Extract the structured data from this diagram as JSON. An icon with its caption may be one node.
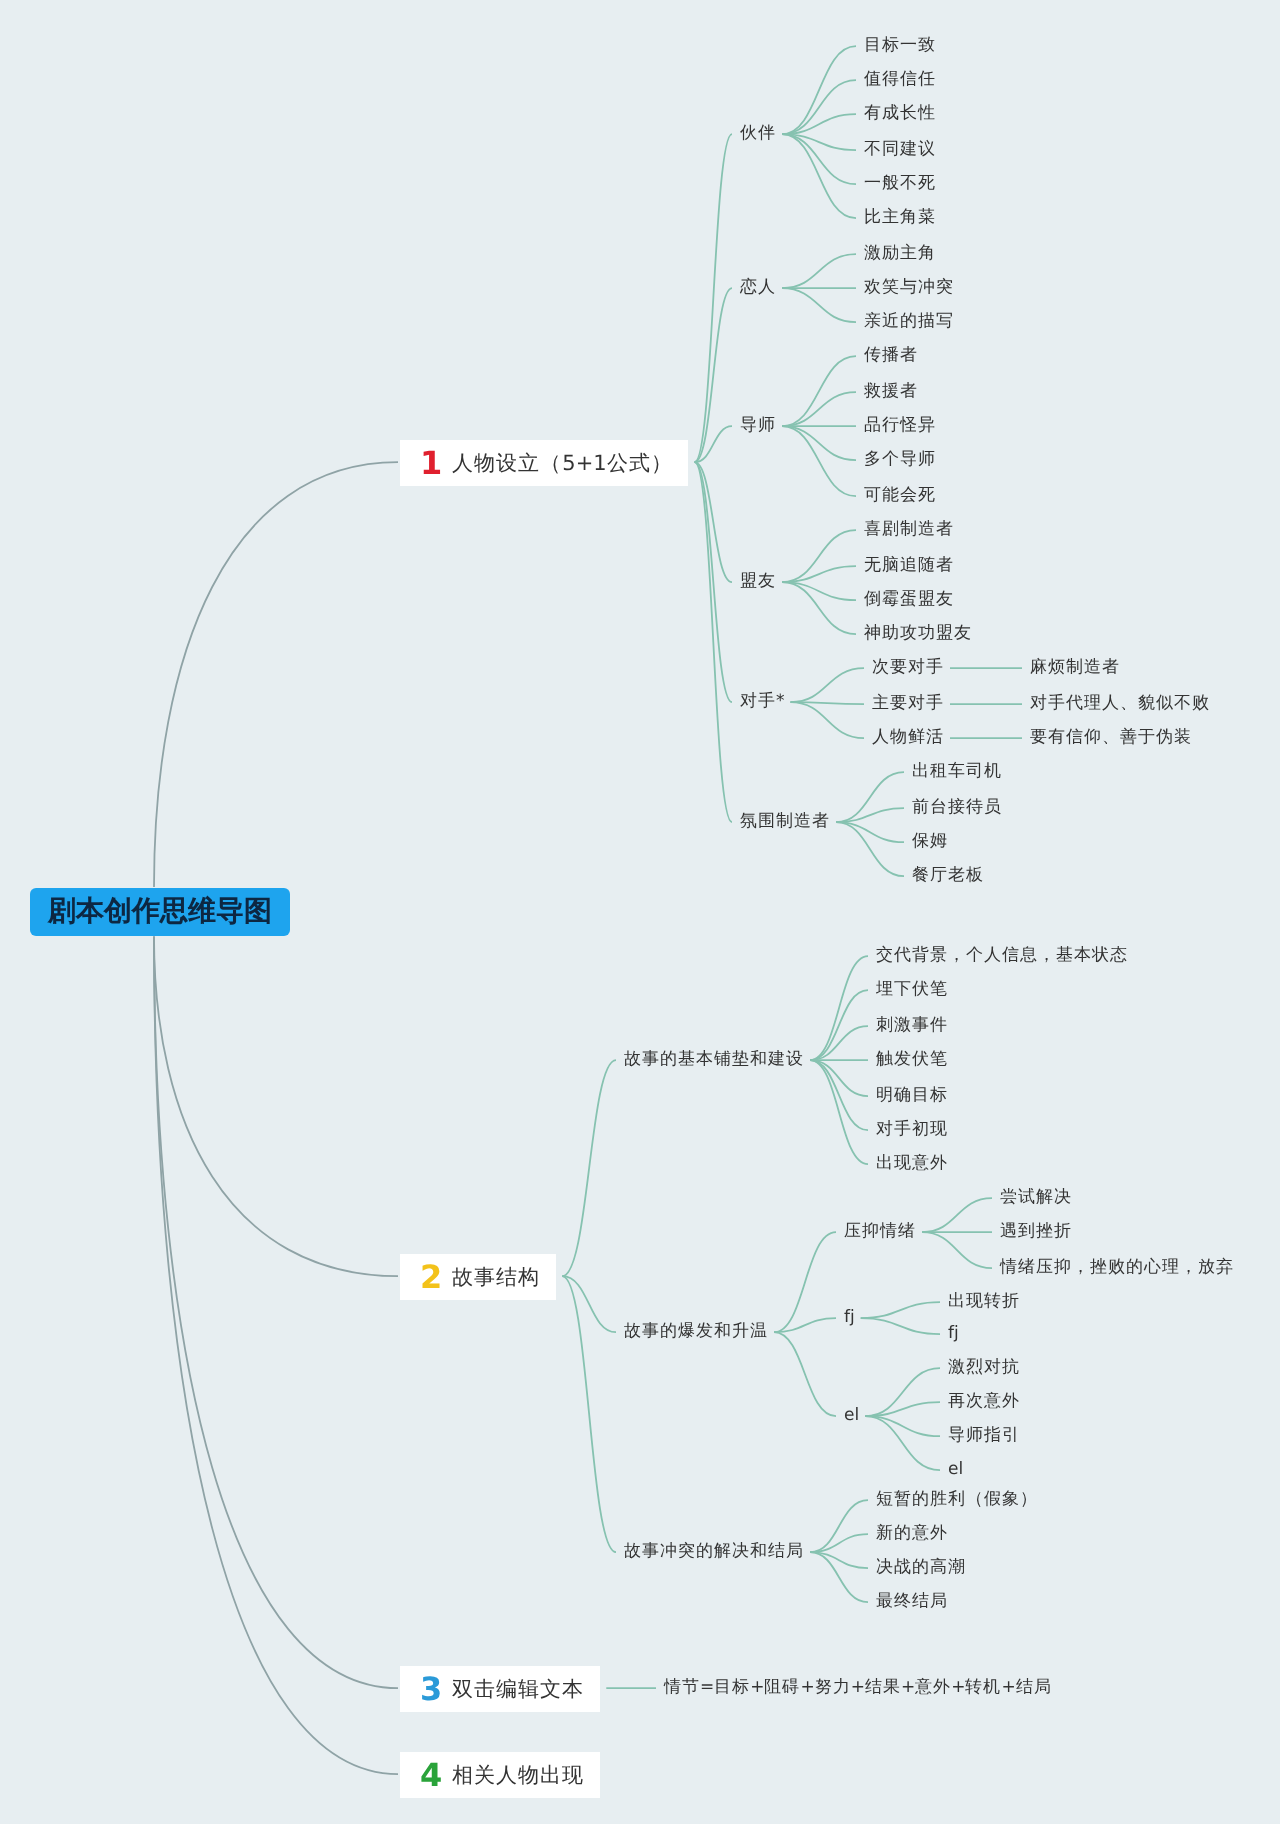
{
  "diagram": {
    "nodes": [
      {
        "text": [
          "剧本创作思维导图"
        ]
      },
      {
        "text": [
          "1",
          "人物设立（5+1公式）"
        ]
      },
      {
        "text": [
          "伙伴"
        ]
      },
      {
        "text": [
          "目标一致"
        ]
      },
      {
        "text": [
          "值得信任"
        ]
      },
      {
        "text": [
          "有成长性"
        ]
      },
      {
        "text": [
          "不同建议"
        ]
      },
      {
        "text": [
          "一般不死"
        ]
      },
      {
        "text": [
          "比主角菜"
        ]
      },
      {
        "text": [
          "恋人"
        ]
      },
      {
        "text": [
          "激励主角"
        ]
      },
      {
        "text": [
          "欢笑与冲突"
        ]
      },
      {
        "text": [
          "亲近的描写"
        ]
      },
      {
        "text": [
          "导师"
        ]
      },
      {
        "text": [
          "传播者"
        ]
      },
      {
        "text": [
          "救援者"
        ]
      },
      {
        "text": [
          "品行怪异"
        ]
      },
      {
        "text": [
          "多个导师"
        ]
      },
      {
        "text": [
          "可能会死"
        ]
      },
      {
        "text": [
          "盟友"
        ]
      },
      {
        "text": [
          "喜剧制造者"
        ]
      },
      {
        "text": [
          "无脑追随者"
        ]
      },
      {
        "text": [
          "倒霉蛋盟友"
        ]
      },
      {
        "text": [
          "神助攻功盟友"
        ]
      },
      {
        "text": [
          "对手*"
        ]
      },
      {
        "text": [
          "次要对手"
        ]
      },
      {
        "text": [
          "麻烦制造者"
        ]
      },
      {
        "text": [
          "主要对手"
        ]
      },
      {
        "text": [
          "对手代理人、貌似不败"
        ]
      },
      {
        "text": [
          "人物鲜活"
        ]
      },
      {
        "text": [
          "要有信仰、善于伪装"
        ]
      },
      {
        "text": [
          "氛围制造者"
        ]
      },
      {
        "text": [
          "出租车司机"
        ]
      },
      {
        "text": [
          "前台接待员"
        ]
      },
      {
        "text": [
          "保姆"
        ]
      },
      {
        "text": [
          "餐厅老板"
        ]
      },
      {
        "text": [
          "2",
          "故事结构"
        ]
      },
      {
        "text": [
          "故事的基本铺垫和建设"
        ]
      },
      {
        "text": [
          "交代背景，个人信息，基本状态"
        ]
      },
      {
        "text": [
          "埋下伏笔"
        ]
      },
      {
        "text": [
          "刺激事件"
        ]
      },
      {
        "text": [
          "触发伏笔"
        ]
      },
      {
        "text": [
          "明确目标"
        ]
      },
      {
        "text": [
          "对手初现"
        ]
      },
      {
        "text": [
          "出现意外"
        ]
      },
      {
        "text": [
          "故事的爆发和升温"
        ]
      },
      {
        "text": [
          "压抑情绪"
        ]
      },
      {
        "text": [
          "尝试解决"
        ]
      },
      {
        "text": [
          "遇到挫折"
        ]
      },
      {
        "text": [
          "情绪压抑，挫败的心理，放弃"
        ]
      },
      {
        "text": [
          "fj"
        ]
      },
      {
        "text": [
          "出现转折"
        ]
      },
      {
        "text": [
          "fj"
        ]
      },
      {
        "text": [
          "el"
        ]
      },
      {
        "text": [
          "激烈对抗"
        ]
      },
      {
        "text": [
          "再次意外"
        ]
      },
      {
        "text": [
          "导师指引"
        ]
      },
      {
        "text": [
          "el"
        ]
      },
      {
        "text": [
          "故事冲突的解决和结局"
        ]
      },
      {
        "text": [
          "短暂的胜利（假象）"
        ]
      },
      {
        "text": [
          "新的意外"
        ]
      },
      {
        "text": [
          "决战的高潮"
        ]
      },
      {
        "text": [
          "最终结局"
        ]
      },
      {
        "text": [
          "3",
          "双击编辑文本"
        ]
      },
      {
        "text": [
          "情节=目标+阻碍+努力+结果+意外+转机+结局"
        ]
      },
      {
        "text": [
          "4",
          "相关人物出现"
        ]
      }
    ],
    "edges": [
      {
        "from": 0,
        "to": 1,
        "arrow": "none"
      },
      {
        "from": 0,
        "to": 36,
        "arrow": "none"
      },
      {
        "from": 0,
        "to": 63,
        "arrow": "none"
      },
      {
        "from": 0,
        "to": 65,
        "arrow": "none"
      },
      {
        "from": 1,
        "to": 2,
        "arrow": "none"
      },
      {
        "from": 1,
        "to": 9,
        "arrow": "none"
      },
      {
        "from": 1,
        "to": 13,
        "arrow": "none"
      },
      {
        "from": 1,
        "to": 19,
        "arrow": "none"
      },
      {
        "from": 1,
        "to": 24,
        "arrow": "none"
      },
      {
        "from": 1,
        "to": 31,
        "arrow": "none"
      },
      {
        "from": 2,
        "to": 3,
        "arrow": "none"
      },
      {
        "from": 2,
        "to": 4,
        "arrow": "none"
      },
      {
        "from": 2,
        "to": 5,
        "arrow": "none"
      },
      {
        "from": 2,
        "to": 6,
        "arrow": "none"
      },
      {
        "from": 2,
        "to": 7,
        "arrow": "none"
      },
      {
        "from": 2,
        "to": 8,
        "arrow": "none"
      },
      {
        "from": 9,
        "to": 10,
        "arrow": "none"
      },
      {
        "from": 9,
        "to": 11,
        "arrow": "none"
      },
      {
        "from": 9,
        "to": 12,
        "arrow": "none"
      },
      {
        "from": 13,
        "to": 14,
        "arrow": "none"
      },
      {
        "from": 13,
        "to": 15,
        "arrow": "none"
      },
      {
        "from": 13,
        "to": 16,
        "arrow": "none"
      },
      {
        "from": 13,
        "to": 17,
        "arrow": "none"
      },
      {
        "from": 13,
        "to": 18,
        "arrow": "none"
      },
      {
        "from": 19,
        "to": 20,
        "arrow": "none"
      },
      {
        "from": 19,
        "to": 21,
        "arrow": "none"
      },
      {
        "from": 19,
        "to": 22,
        "arrow": "none"
      },
      {
        "from": 19,
        "to": 23,
        "arrow": "none"
      },
      {
        "from": 24,
        "to": 25,
        "arrow": "none"
      },
      {
        "from": 24,
        "to": 27,
        "arrow": "none"
      },
      {
        "from": 24,
        "to": 29,
        "arrow": "none"
      },
      {
        "from": 25,
        "to": 26,
        "arrow": "none"
      },
      {
        "from": 27,
        "to": 28,
        "arrow": "none"
      },
      {
        "from": 29,
        "to": 30,
        "arrow": "none"
      },
      {
        "from": 31,
        "to": 32,
        "arrow": "none"
      },
      {
        "from": 31,
        "to": 33,
        "arrow": "none"
      },
      {
        "from": 31,
        "to": 34,
        "arrow": "none"
      },
      {
        "from": 31,
        "to": 35,
        "arrow": "none"
      },
      {
        "from": 36,
        "to": 37,
        "arrow": "none"
      },
      {
        "from": 36,
        "to": 45,
        "arrow": "none"
      },
      {
        "from": 36,
        "to": 58,
        "arrow": "none"
      },
      {
        "from": 37,
        "to": 38,
        "arrow": "none"
      },
      {
        "from": 37,
        "to": 39,
        "arrow": "none"
      },
      {
        "from": 37,
        "to": 40,
        "arrow": "none"
      },
      {
        "from": 37,
        "to": 41,
        "arrow": "none"
      },
      {
        "from": 37,
        "to": 42,
        "arrow": "none"
      },
      {
        "from": 37,
        "to": 43,
        "arrow": "none"
      },
      {
        "from": 37,
        "to": 44,
        "arrow": "none"
      },
      {
        "from": 45,
        "to": 46,
        "arrow": "none"
      },
      {
        "from": 45,
        "to": 50,
        "arrow": "none"
      },
      {
        "from": 45,
        "to": 53,
        "arrow": "none"
      },
      {
        "from": 46,
        "to": 47,
        "arrow": "none"
      },
      {
        "from": 46,
        "to": 48,
        "arrow": "none"
      },
      {
        "from": 46,
        "to": 49,
        "arrow": "none"
      },
      {
        "from": 50,
        "to": 51,
        "arrow": "none"
      },
      {
        "from": 50,
        "to": 52,
        "arrow": "none"
      },
      {
        "from": 53,
        "to": 54,
        "arrow": "none"
      },
      {
        "from": 53,
        "to": 55,
        "arrow": "none"
      },
      {
        "from": 53,
        "to": 56,
        "arrow": "none"
      },
      {
        "from": 53,
        "to": 57,
        "arrow": "none"
      },
      {
        "from": 58,
        "to": 59,
        "arrow": "none"
      },
      {
        "from": 58,
        "to": 60,
        "arrow": "none"
      },
      {
        "from": 58,
        "to": 61,
        "arrow": "none"
      },
      {
        "from": 58,
        "to": 62,
        "arrow": "none"
      },
      {
        "from": 63,
        "to": 64,
        "arrow": "none"
      }
    ]
  }
}
